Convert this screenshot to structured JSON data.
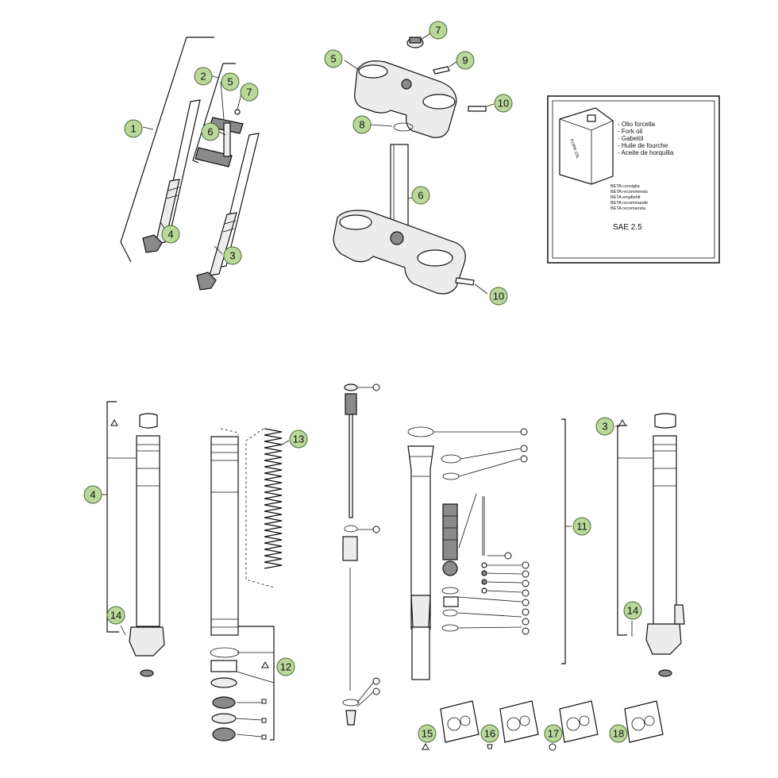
{
  "callout_color": "#b9d89a",
  "callout_stroke": "#4d6a36",
  "callouts": [
    {
      "id": "c1",
      "label": "1"
    },
    {
      "id": "c2",
      "label": "2"
    },
    {
      "id": "c5a",
      "label": "5"
    },
    {
      "id": "c7a",
      "label": "7"
    },
    {
      "id": "c6a",
      "label": "6"
    },
    {
      "id": "c4a",
      "label": "4"
    },
    {
      "id": "c3a",
      "label": "3"
    },
    {
      "id": "c7b",
      "label": "7"
    },
    {
      "id": "c5b",
      "label": "5"
    },
    {
      "id": "c9",
      "label": "9"
    },
    {
      "id": "c10a",
      "label": "10"
    },
    {
      "id": "c8",
      "label": "8"
    },
    {
      "id": "c6b",
      "label": "6"
    },
    {
      "id": "c10b",
      "label": "10"
    },
    {
      "id": "c4b",
      "label": "4"
    },
    {
      "id": "c13",
      "label": "13"
    },
    {
      "id": "c14a",
      "label": "14"
    },
    {
      "id": "c12",
      "label": "12"
    },
    {
      "id": "c3b",
      "label": "3"
    },
    {
      "id": "c11",
      "label": "11"
    },
    {
      "id": "c14b",
      "label": "14"
    },
    {
      "id": "c15",
      "label": "15"
    },
    {
      "id": "c16",
      "label": "16"
    },
    {
      "id": "c17",
      "label": "17"
    },
    {
      "id": "c18",
      "label": "18"
    }
  ],
  "oil_box": {
    "can_label": "FORK OIL",
    "lines": [
      "- Olio forcella",
      "- Fork oil",
      "- Gabelöl",
      "- Huile de fourche",
      "- Aceite de horquilla"
    ],
    "recommend": [
      "BETA consiglia",
      "BETA recommends",
      "BETA empfiehlt",
      "BETA recommande",
      "BETA recomienda"
    ],
    "grade": "SAE 2.5"
  }
}
